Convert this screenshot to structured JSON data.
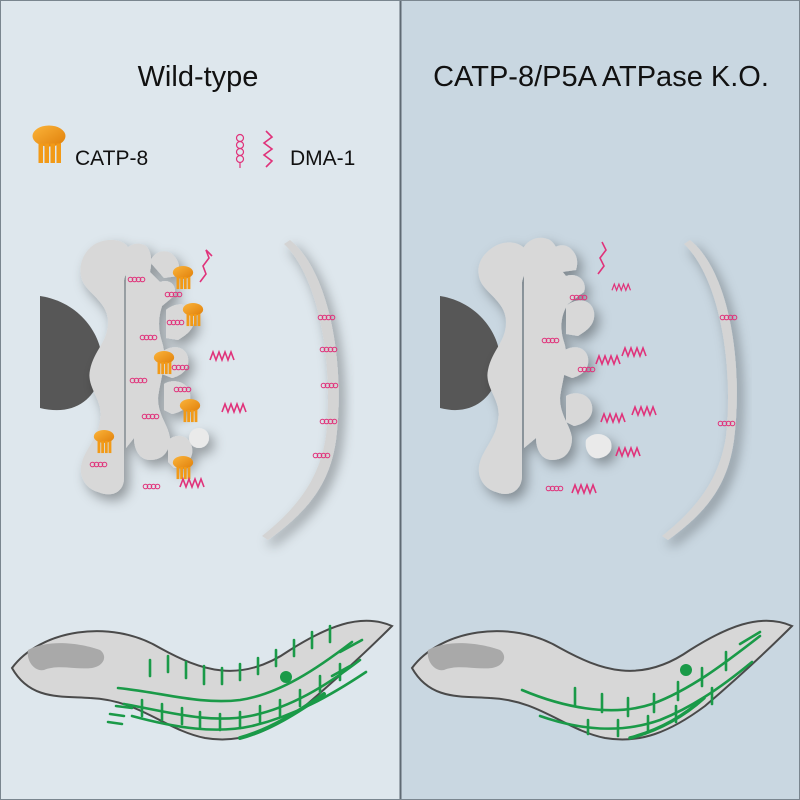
{
  "panels": {
    "left": {
      "title": "Wild-type"
    },
    "right": {
      "title": "CATP-8/P5A ATPase K.O."
    }
  },
  "legend": {
    "catp8": "CATP-8",
    "dma1": "DMA-1"
  },
  "colors": {
    "left_bg": "#dee7ed",
    "right_bg": "#c9d7e1",
    "divider": "#5f6a73",
    "organelle": "#d8d8d8",
    "nucleus": "#5a5a5a",
    "catp8": "#f29a17",
    "dma1": "#e0327a",
    "neuron": "#1a9a48",
    "worm": "#d7d7d7"
  }
}
